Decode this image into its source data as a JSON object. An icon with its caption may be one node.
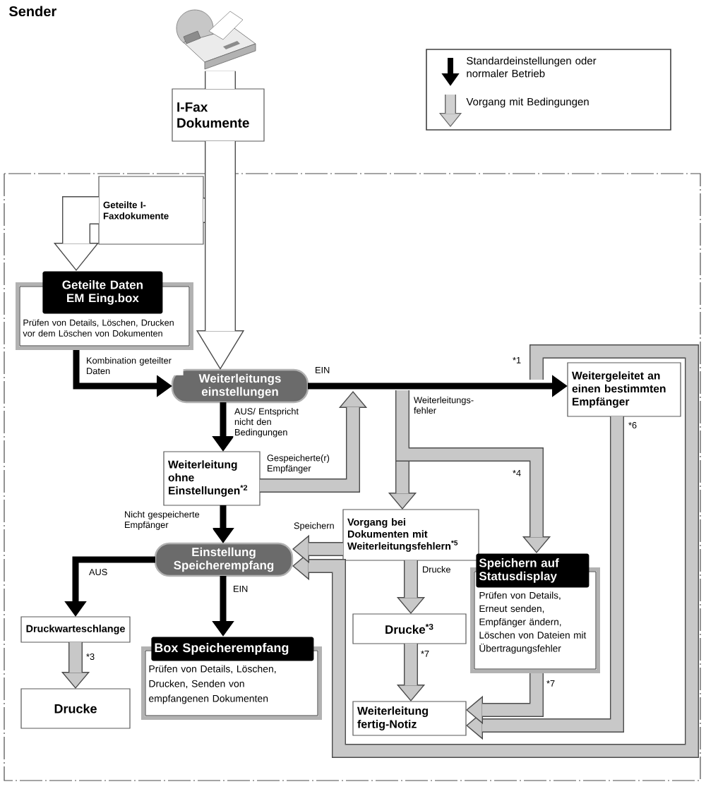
{
  "diagram": {
    "title": "Sender",
    "nodes": [
      {
        "text": [],
        "shape": "picture"
      },
      {
        "text": [
          "I-Fax Dokumente"
        ]
      },
      {
        "text": [
          "Geteilte I-Faxdokumente"
        ]
      },
      {
        "text": [
          "Geteilte Daten EM Eing.box",
          "Prüfen von Details, Löschen, Drucken vor dem Löschen von Dokumenten"
        ]
      },
      {
        "text": [
          "Weiterleitungs einstellungen"
        ]
      },
      {
        "text": [
          "Weitergeleitet an einen bestimmten Empfänger"
        ]
      },
      {
        "text": [
          "Weiterleitung ohne Einstellungen$^{*2}$"
        ]
      },
      {
        "text": [
          "Vorgang bei Dokumenten mit Weiterleitungsfehlern$^{*5}$"
        ]
      },
      {
        "text": [
          "Einstellung Speicherempfang"
        ]
      },
      {
        "text": [
          "Speichern auf Statusdisplay",
          "Prüfen von Details, Erneut senden, Empfänger ändern, Löschen von Dateien mit Übertragungsfehler"
        ]
      },
      {
        "text": [
          "Druckwarteschlange"
        ]
      },
      {
        "text": [
          "Box Speicherempfang",
          "Prüfen von Details, Löschen, Drucken, Senden von empfangenen Dokumenten"
        ]
      },
      {
        "text": [
          "Drucke$^{*3}$"
        ]
      },
      {
        "text": [
          "Drucke"
        ]
      },
      {
        "text": [
          "Weiterleitung fertig-Notiz"
        ]
      }
    ],
    "edges": [
      {
        "from": 0,
        "to": 1,
        "arrow": "none",
        "style": "thick",
        "color": "#4c4c4c"
      },
      {
        "from": 1,
        "to": 2,
        "arrow": "none",
        "style": "thick",
        "color": "#4c4c4c"
      },
      {
        "from": 1,
        "to": 4,
        "arrow": "to",
        "style": "thick",
        "color": "#ffffff"
      },
      {
        "from": 2,
        "to": 3,
        "arrow": "to",
        "style": "thick",
        "color": "#ffffff"
      },
      {
        "from": 3,
        "to": 4,
        "arrow": "to",
        "label": "Kombination geteilter Daten",
        "color": "#000000"
      },
      {
        "from": 4,
        "to": 5,
        "arrow": "to",
        "label": "EIN",
        "color": "#000000"
      },
      {
        "from": 4,
        "to": 6,
        "arrow": "to",
        "label": "AUS/ Entspricht nicht den Bedingungen",
        "color": "#000000"
      },
      {
        "from": 6,
        "to": null,
        "arrow": "to",
        "label": "Gespeicherte(r) Empfänger",
        "color": "#c8c8c8"
      },
      {
        "from": 6,
        "to": 8,
        "arrow": "to",
        "label": "Nicht gespeicherte Empfänger",
        "color": "#000000"
      },
      {
        "from": null,
        "to": 7,
        "arrow": "to",
        "label": "Weiterleitungs-fehler",
        "color": "#c8c8c8"
      },
      {
        "from": null,
        "to": 9,
        "arrow": "to",
        "label": "*4",
        "color": "#c8c8c8"
      },
      {
        "from": null,
        "to": 8,
        "arrow": "to",
        "label": "*1",
        "color": "#c8c8c8"
      },
      {
        "from": 5,
        "to": 14,
        "arrow": "to",
        "label": "*6",
        "color": "#c8c8c8"
      },
      {
        "from": 7,
        "to": 8,
        "arrow": "to",
        "label": "Speichern",
        "color": "#c8c8c8"
      },
      {
        "from": 7,
        "to": 12,
        "arrow": "to",
        "label": "Drucke",
        "color": "#c8c8c8"
      },
      {
        "from": 12,
        "to": 14,
        "arrow": "to",
        "label": "*7",
        "color": "#c8c8c8"
      },
      {
        "from": 9,
        "to": 14,
        "arrow": "to",
        "label": "*7",
        "color": "#c8c8c8"
      },
      {
        "from": 8,
        "to": 10,
        "arrow": "to",
        "label": "AUS",
        "color": "#000000"
      },
      {
        "from": 8,
        "to": 11,
        "arrow": "to",
        "label": "EIN",
        "color": "#000000"
      },
      {
        "from": 10,
        "to": 13,
        "arrow": "to",
        "label": "*3",
        "color": "#c8c8c8"
      }
    ],
    "legend": [
      {
        "text": "Standardeinstellungen oder normaler Betrieb"
      },
      {
        "text": "Vorgang mit Bedingungen"
      }
    ]
  }
}
